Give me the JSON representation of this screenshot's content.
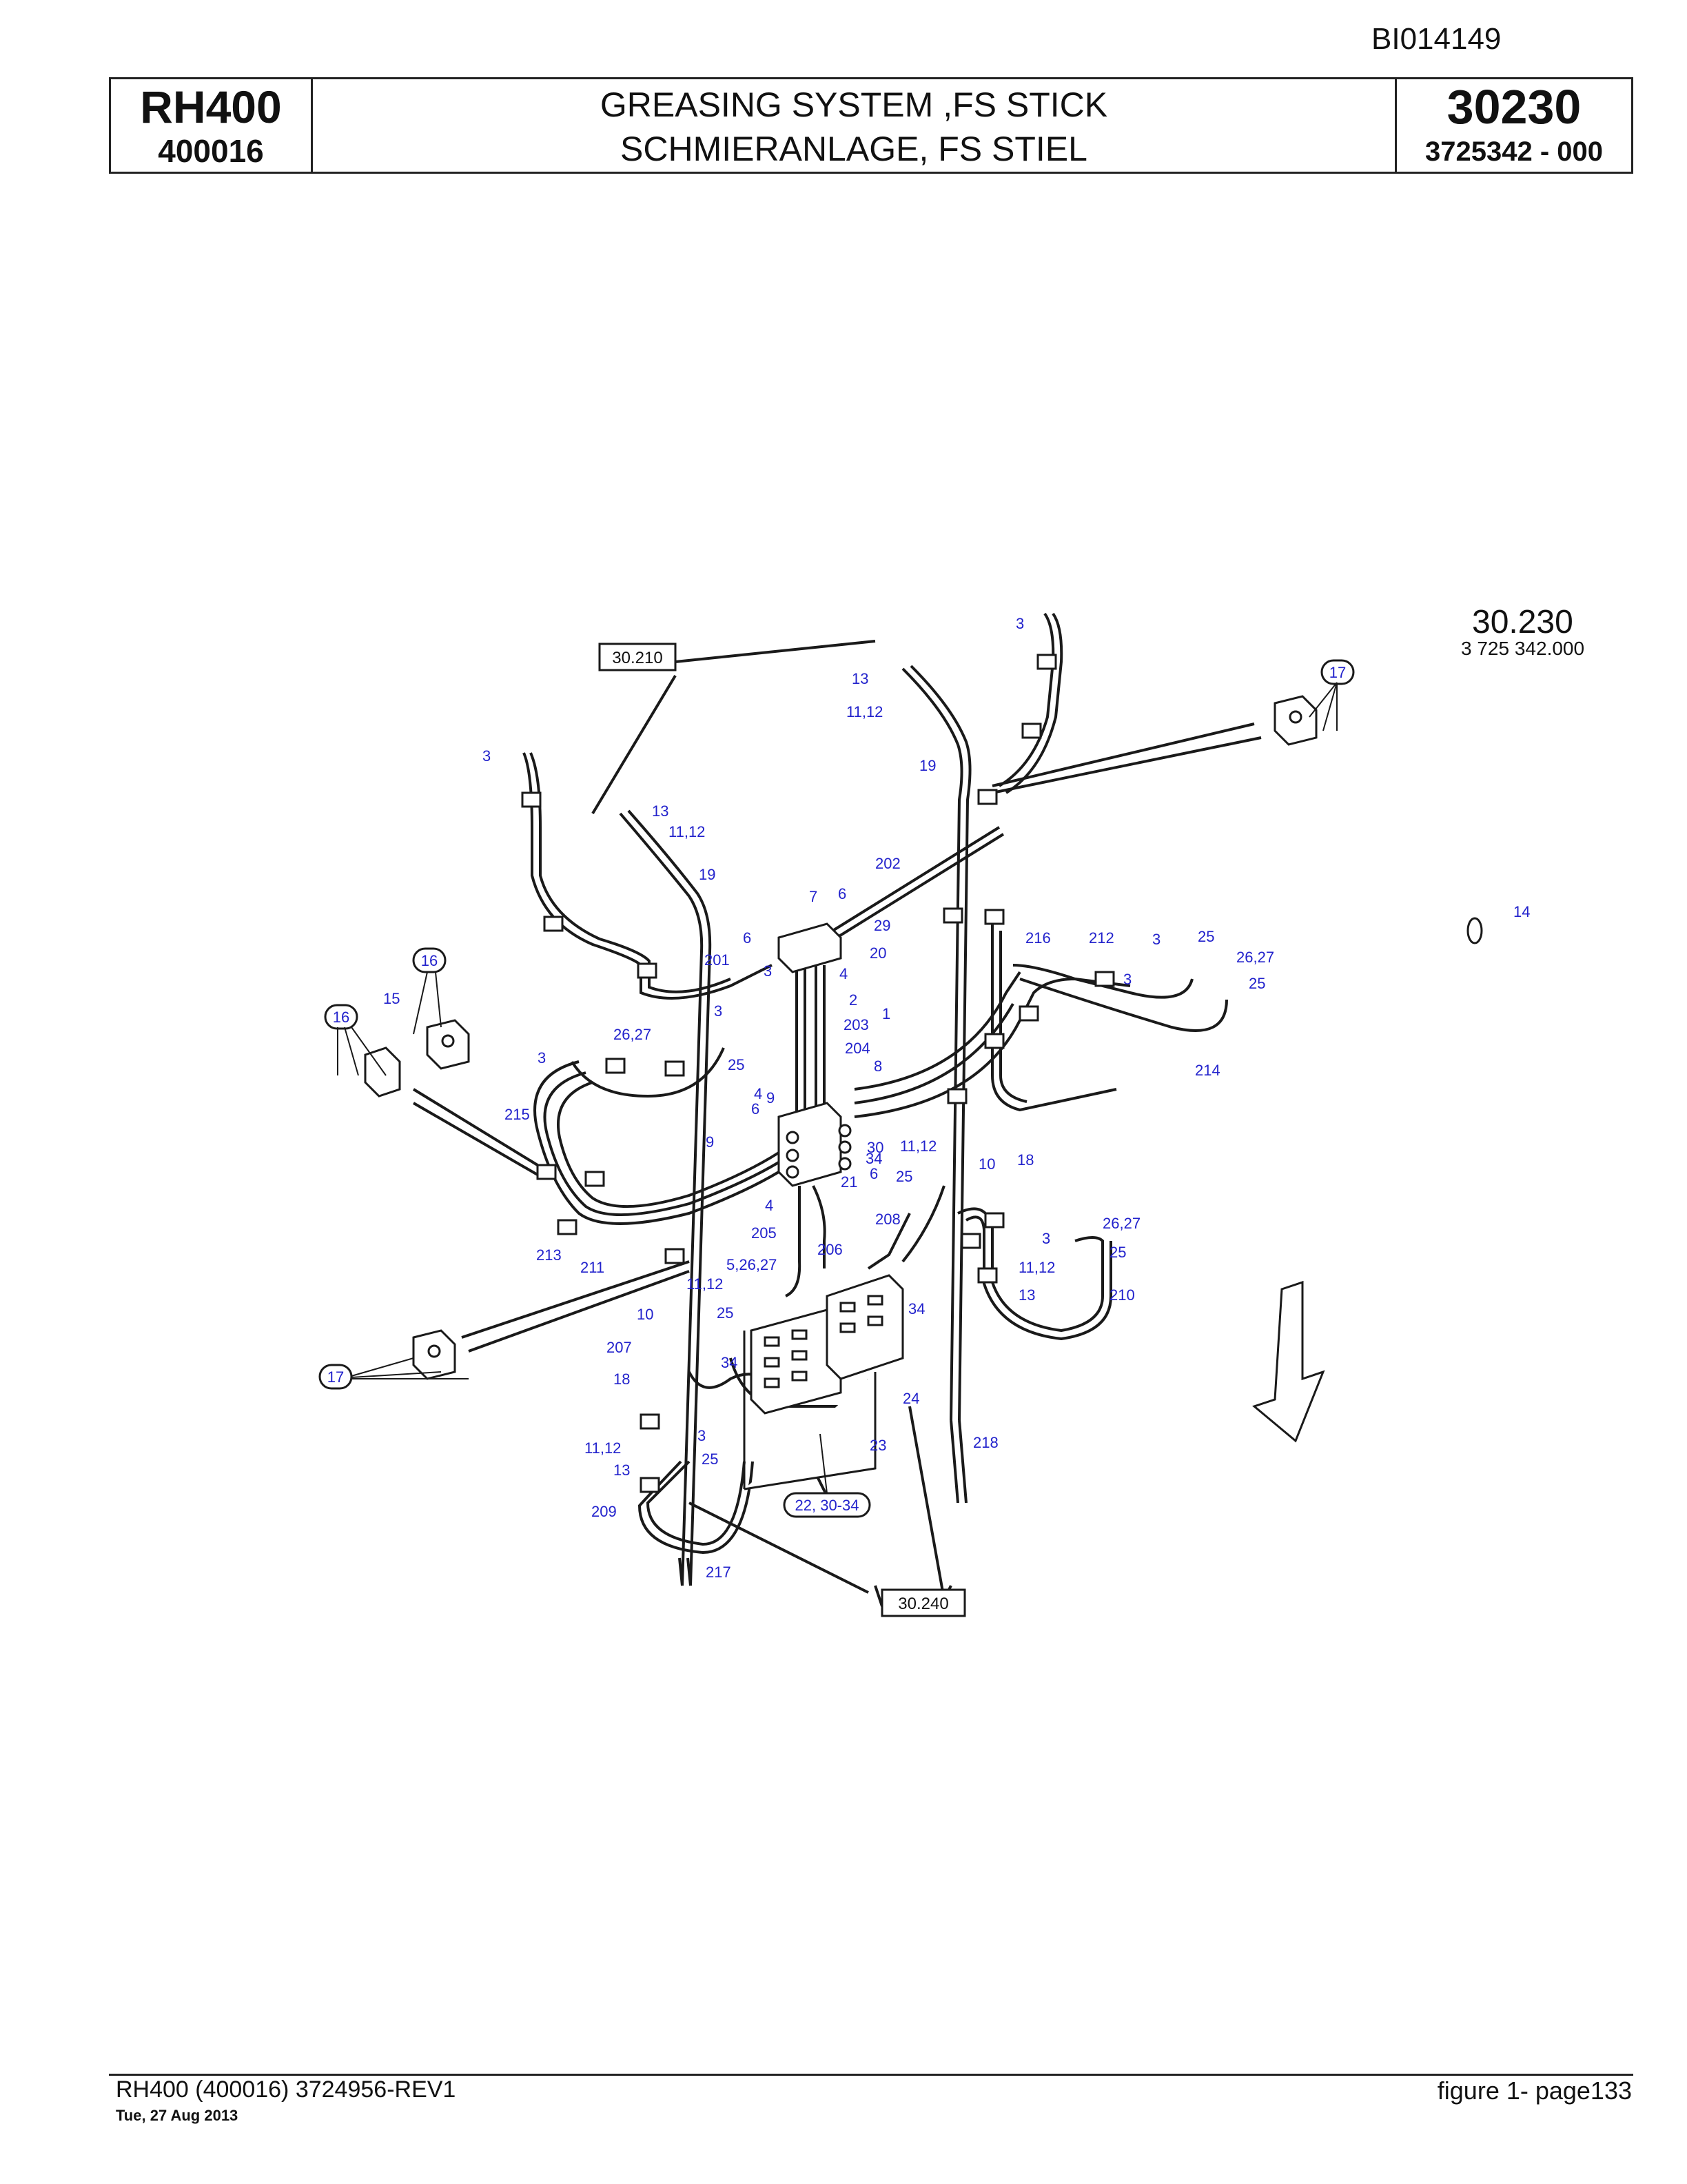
{
  "doc_id": "BI014149",
  "header": {
    "model": "RH400",
    "serial": "400016",
    "title_en": "GREASING SYSTEM ,FS STICK",
    "title_de": "SCHMIERANLAGE, FS STIEL",
    "group": "30230",
    "part_number": "3725342  - 000"
  },
  "diagram": {
    "ref_group": "30.230",
    "ref_partno": "3 725 342.000",
    "ref_boxes": [
      "30.210",
      "30.240"
    ],
    "circled_callouts": [
      "16",
      "16",
      "17",
      "17",
      "22, 30-34"
    ],
    "callouts": [
      "3",
      "13",
      "11,12",
      "19",
      "3",
      "13",
      "11,12",
      "19",
      "202",
      "7",
      "6",
      "6",
      "29",
      "20",
      "4",
      "2",
      "1",
      "201",
      "3",
      "15",
      "26,27",
      "3",
      "3",
      "25",
      "203",
      "204",
      "8",
      "9",
      "4",
      "6",
      "9",
      "30",
      "34",
      "6",
      "21",
      "11,12",
      "10",
      "18",
      "25",
      "216",
      "212",
      "3",
      "25",
      "3",
      "26,27",
      "25",
      "214",
      "14",
      "215",
      "4",
      "205",
      "206",
      "208",
      "3",
      "26,27",
      "25",
      "11,12",
      "13",
      "210",
      "5,26,27",
      "11,12",
      "10",
      "25",
      "34",
      "207",
      "34",
      "18",
      "24",
      "23",
      "218",
      "3",
      "11,12",
      "25",
      "13",
      "209",
      "217",
      "213",
      "211"
    ],
    "line_color": "#1a1a1a",
    "callout_color": "#2222cc"
  },
  "footer": {
    "left": "RH400 (400016) 3724956-REV1",
    "date": "Tue, 27 Aug 2013",
    "right": "figure  1- page133"
  }
}
